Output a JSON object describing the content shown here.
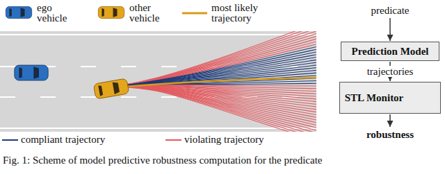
{
  "diagram": {
    "caption": "Fig. 1: Scheme of model predictive robustness computation for the predicate",
    "nodes": [
      {
        "text": [
          "predicate"
        ]
      },
      {
        "text": [
          "Prediction Model"
        ]
      },
      {
        "text": [
          "STL Monitor"
        ]
      },
      {
        "text": [
          "robustness"
        ]
      }
    ],
    "edges": [
      {
        "from": 0,
        "to": 1,
        "arrow": "to"
      },
      {
        "from": 1,
        "to": 2,
        "label": "trajectories",
        "arrow": "to"
      },
      {
        "from": 2,
        "to": 3,
        "arrow": "to"
      }
    ],
    "legend": [
      {
        "text": "ego vehicle"
      },
      {
        "text": "other vehicle"
      },
      {
        "text": "most likely trajectory"
      },
      {
        "text": "compliant trajectory"
      },
      {
        "text": "violating trajectory"
      }
    ]
  }
}
